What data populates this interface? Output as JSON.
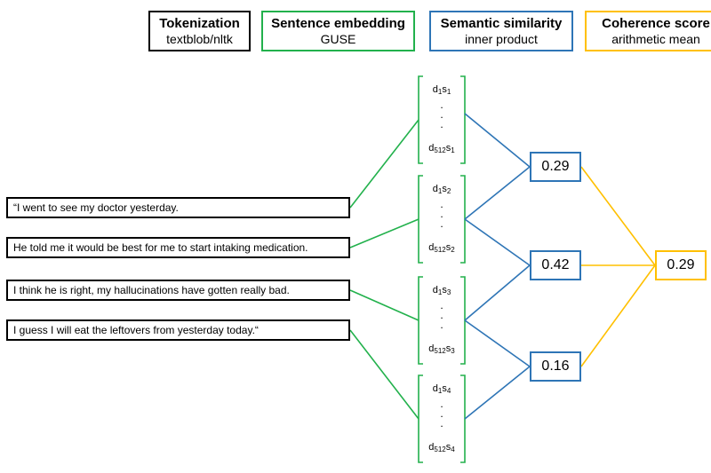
{
  "legend": {
    "tokenization": {
      "title": "Tokenization",
      "subtitle": "textblob/nltk",
      "color": "#000000"
    },
    "embedding": {
      "title": "Sentence embedding",
      "subtitle": "GUSE",
      "color": "#22b14c"
    },
    "similarity": {
      "title": "Semantic similarity",
      "subtitle": "inner product",
      "color": "#2e75b6"
    },
    "coherence": {
      "title": "Coherence score",
      "subtitle": "arithmetic mean",
      "color": "#ffc000"
    }
  },
  "sentences": [
    "“I went to see my doctor yesterday.",
    "He told me it would be best for me to start intaking medication.",
    "I think he is right, my hallucinations  have gotten really bad.",
    "I guess I will eat the leftovers from yesterday today.“"
  ],
  "embeddings": [
    {
      "top": "d",
      "top_sub1": "1",
      "top_mid": "s",
      "top_sub2": "1",
      "bottom": "d",
      "bottom_sub1": "512",
      "bottom_mid": "s",
      "bottom_sub2": "1"
    },
    {
      "top": "d",
      "top_sub1": "1",
      "top_mid": "s",
      "top_sub2": "2",
      "bottom": "d",
      "bottom_sub1": "512",
      "bottom_mid": "s",
      "bottom_sub2": "2"
    },
    {
      "top": "d",
      "top_sub1": "1",
      "top_mid": "s",
      "top_sub2": "3",
      "bottom": "d",
      "bottom_sub1": "512",
      "bottom_mid": "s",
      "bottom_sub2": "3"
    },
    {
      "top": "d",
      "top_sub1": "1",
      "top_mid": "s",
      "top_sub2": "4",
      "bottom": "d",
      "bottom_sub1": "512",
      "bottom_mid": "s",
      "bottom_sub2": "4"
    }
  ],
  "similarities": [
    "0.29",
    "0.42",
    "0.16"
  ],
  "coherence_score": "0.29"
}
